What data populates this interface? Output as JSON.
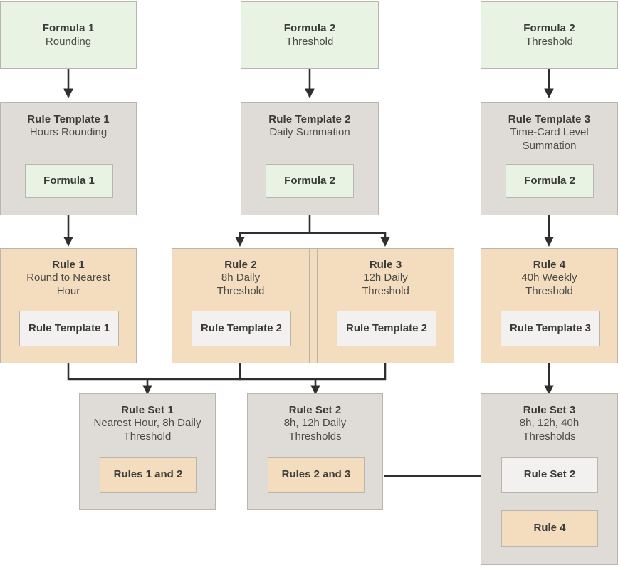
{
  "diagram": {
    "title": "Formula to Rule Template to Rule to Rule Set hierarchy",
    "colors": {
      "formula_green": "#e9f3e3",
      "template_gray": "#dfdcd7",
      "rule_orange": "#f4ddbe",
      "chip_light_gray": "#f2f1ef",
      "border": "#b8b5ae",
      "connector": "#2f2f2e",
      "text": "#3a3a38"
    },
    "formulas": [
      {
        "title": "Formula 1",
        "subtitle": "Rounding"
      },
      {
        "title": "Formula 2",
        "subtitle": "Threshold"
      },
      {
        "title": "Formula 2",
        "subtitle": "Threshold"
      }
    ],
    "rule_templates": [
      {
        "title": "Rule Template 1",
        "subtitle": "Hours Rounding",
        "chip": "Formula 1"
      },
      {
        "title": "Rule Template 2",
        "subtitle": "Daily Summation",
        "chip": "Formula 2"
      },
      {
        "title": "Rule Template 3",
        "subtitle": "Time-Card Level Summation",
        "chip": "Formula 2"
      }
    ],
    "rules": [
      {
        "title": "Rule 1",
        "subtitle": "Round to Nearest Hour",
        "chip": "Rule Template 1"
      },
      {
        "title": "Rule 2",
        "subtitle": "8h Daily Threshold",
        "chip": "Rule Template 2"
      },
      {
        "title": "Rule 3",
        "subtitle": "12h Daily Threshold",
        "chip": "Rule Template 2"
      },
      {
        "title": "Rule 4",
        "subtitle": "40h Weekly Threshold",
        "chip": "Rule Template 3"
      }
    ],
    "rule_sets": [
      {
        "title": "Rule Set 1",
        "subtitle": "Nearest Hour, 8h Daily Threshold",
        "chips": [
          "Rules 1 and 2"
        ]
      },
      {
        "title": "Rule Set 2",
        "subtitle": "8h, 12h Daily Thresholds",
        "chips": [
          "Rules 2 and 3"
        ]
      },
      {
        "title": "Rule Set 3",
        "subtitle": "8h, 12h, 40h Thresholds",
        "chips": [
          "Rule Set 2",
          "Rule 4"
        ]
      }
    ]
  }
}
